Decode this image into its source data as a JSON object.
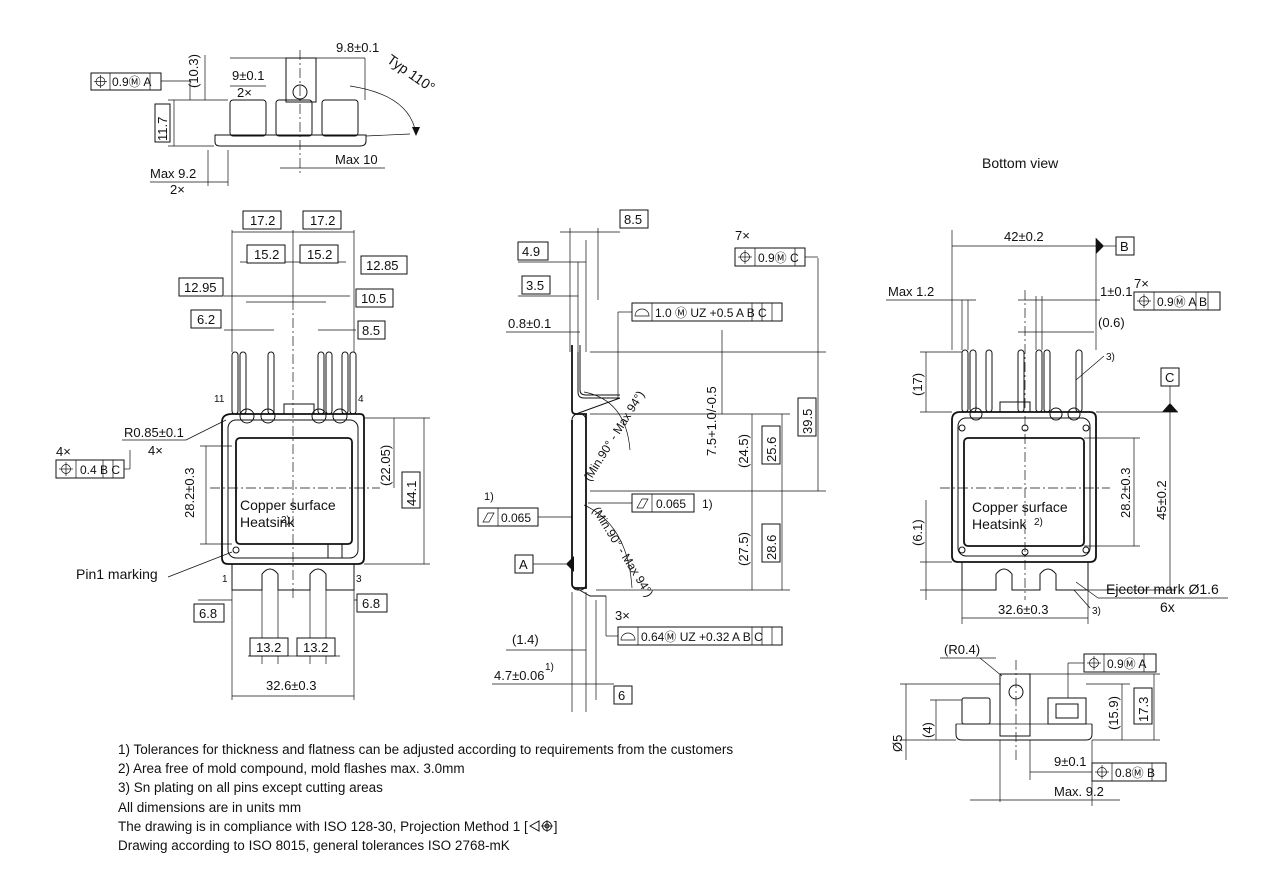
{
  "labels": {
    "bottom_view": "Bottom view",
    "copper_surface": "Copper surface",
    "heatsink": "Heatsink",
    "pin1_marking": "Pin1 marking",
    "ejector_mark": "Ejector mark Ø1.6",
    "ejector_count": "6x",
    "pin_11": "11",
    "pin_4": "4",
    "pin_1": "1",
    "pin_3": "3"
  },
  "dims": {
    "d10_3": "(10.3)",
    "d9_8": "9.8±0.1",
    "d9": "9±0.1",
    "x2": "2×",
    "typ110": "Typ 110°",
    "d11_7": "11.7",
    "max9_2": "Max 9.2",
    "max10": "Max 10",
    "d17_2": "17.2",
    "d15_2": "15.2",
    "d12_95": "12.95",
    "d12_85": "12.85",
    "d10_5": "10.5",
    "d6_2": "6.2",
    "d8_5": "8.5",
    "r0_85": "R0.85±0.1",
    "x4": "4×",
    "d28_2": "28.2±0.3",
    "d22_05": "(22.05)",
    "d44_1": "44.1",
    "d6_8": "6.8",
    "d13_2": "13.2",
    "d32_6": "32.6±0.3",
    "d4_9": "4.9",
    "d3_5": "3.5",
    "d0_8": "0.8±0.1",
    "d7_5": "7.5+1.0/-0.5",
    "d24_5": "(24.5)",
    "d25_6": "25.6",
    "d39_5": "39.5",
    "d27_5": "(27.5)",
    "d28_6": "28.6",
    "min90_a": "(Min.90° - Max 94°)",
    "min90_b": "(Min.90° - Max 94°)",
    "d1_4": "(1.4)",
    "d4_7": "4.7±0.06",
    "d6": "6",
    "x3": "3×",
    "x7": "7×",
    "note1": "1)",
    "note2": "2)",
    "note3": "3)",
    "d42": "42±0.2",
    "max1_2": "Max 1.2",
    "d1": "1±0.1",
    "d0_6": "(0.6)",
    "d17": "(17)",
    "d45": "45±0.2",
    "d6_1": "(6.1)",
    "r0_4": "(R0.4)",
    "d15_9": "(15.9)",
    "d17_3": "17.3",
    "dia5": "Ø5",
    "d4": "(4)",
    "max9_2b": "Max. 9.2"
  },
  "tolerance_frames": {
    "pos_09MA": "0.9Ⓜ A",
    "pos_04BC": "0.4 B C",
    "prof_10": "1.0 Ⓜ UZ +0.5 A B C",
    "flat_0065": "0.065",
    "prof_064": "0.64Ⓜ UZ +0.32 A B C",
    "pos_09MC": "0.9Ⓜ C",
    "pos_09MAB": "0.9Ⓜ A B",
    "pos_08MB": "0.8Ⓜ B"
  },
  "datums": {
    "a": "A",
    "b": "B",
    "c": "C"
  },
  "notes": [
    "1) Tolerances for thickness and flatness can be adjusted according to requirements from the customers",
    "2) Area free of mold compound, mold flashes max. 3.0mm",
    "3) Sn plating on all pins except cutting areas",
    "All dimensions are in units mm",
    "The drawing is in compliance with ISO 128-30, Projection Method 1 [",
    "]",
    "Drawing according to ISO 8015, general tolerances ISO 2768-mK"
  ]
}
